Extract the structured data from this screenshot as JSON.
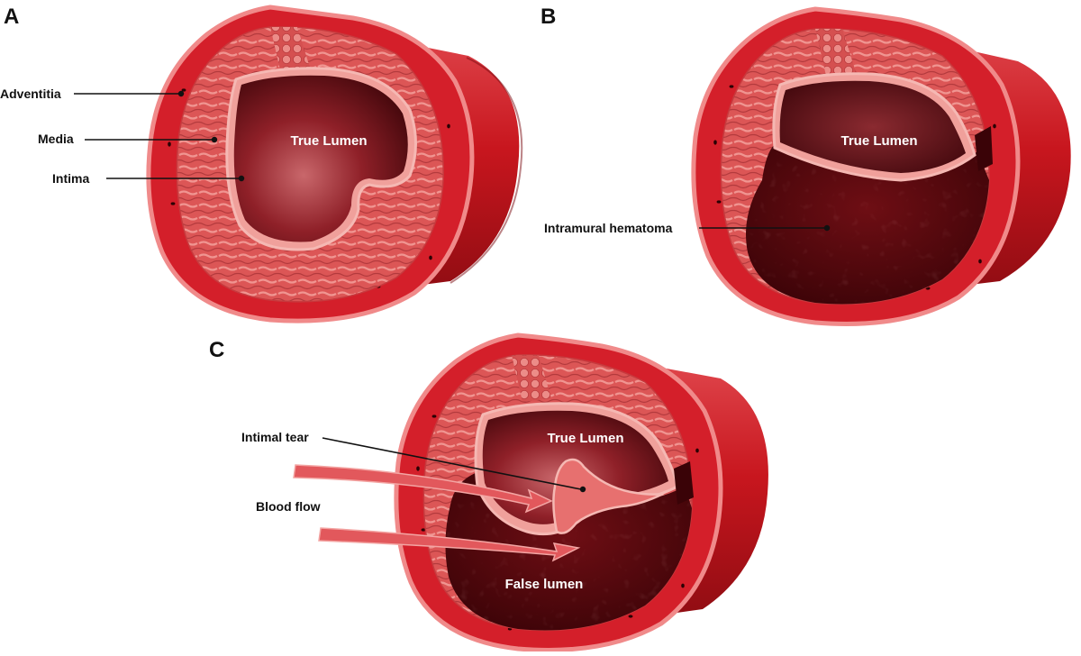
{
  "figure": {
    "panels": [
      {
        "id": "A",
        "label": "A",
        "lumen_label": "True Lumen",
        "callouts": [
          "Adventitia",
          "Media",
          "Intima"
        ]
      },
      {
        "id": "B",
        "label": "B",
        "lumen_label": "True Lumen",
        "callouts": [
          "Intramural hematoma"
        ]
      },
      {
        "id": "C",
        "label": "C",
        "lumen_label": "True Lumen",
        "callouts": [
          "Intimal tear",
          "Blood flow"
        ],
        "false_lumen_label": "False lumen"
      }
    ]
  },
  "colors": {
    "adventitia": "#d41f2a",
    "adventitia_edge": "#f08a8a",
    "media": "#de5a5a",
    "media_fibers": "#ef8b86",
    "lumen_dark": "#3a0408",
    "lumen_mid": "#8f1e26",
    "lumen_light": "#c55a60",
    "hematoma": "#5a080c",
    "arrow": "#e2585c",
    "vessel_body": "#c4171f"
  }
}
